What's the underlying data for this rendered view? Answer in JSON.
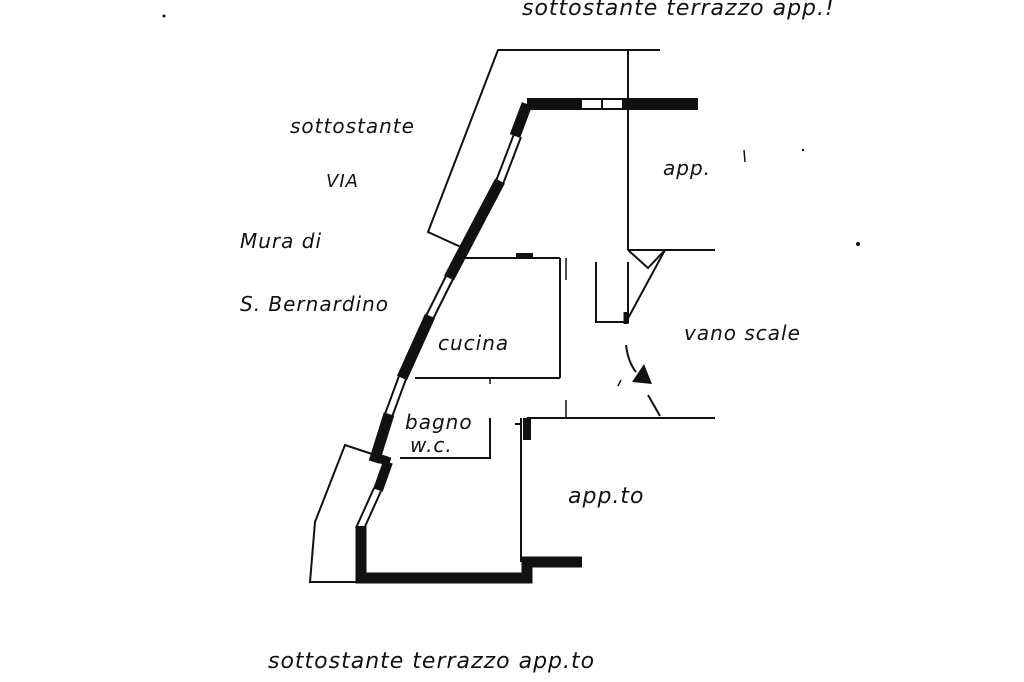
{
  "labels": {
    "top_terrace": "sottostante terrazzo app.!",
    "bottom_terrace": "sottostante terrazzo app.to",
    "street_line1": "sottostante",
    "street_line2": "VIA",
    "street_line3": "Mura di",
    "street_line4": "S. Bernardino",
    "neighbor_top": "app.",
    "neighbor_bottom": "app.to",
    "stairwell": "vano scale",
    "kitchen": "cucina",
    "bath_line1": "bagno",
    "bath_line2": "w.c."
  },
  "colors": {
    "ink": "#111111",
    "paper": "#ffffff"
  }
}
